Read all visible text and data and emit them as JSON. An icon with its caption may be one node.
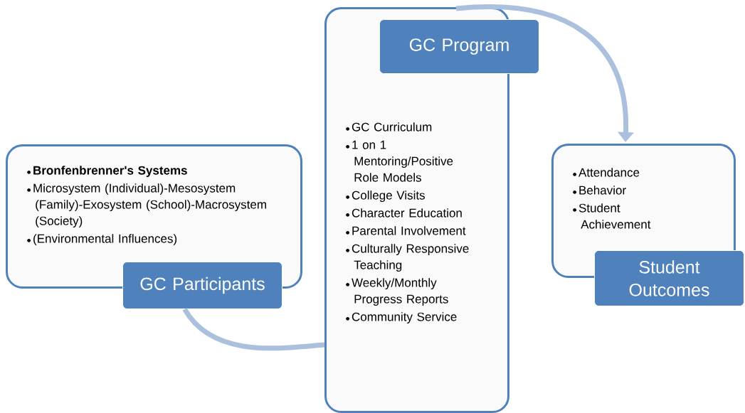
{
  "diagram": {
    "nodes": [
      {
        "text": [
          "Bronfenbrenner's Systems",
          "Microsystem (Individual)-Mesosystem (Family)-Exosystem (School)-Macrosystem (Society)",
          "(Environmental Influences)"
        ]
      },
      {
        "text": [
          "GC Participants"
        ]
      },
      {
        "text": [
          "GC Curriculum",
          "1 on 1 Mentoring/Positive Role Models",
          "College Visits",
          "Character Education",
          "Parental Involvement",
          "Culturally Responsive Teaching",
          "Weekly/Monthly Progress Reports",
          "Community Service"
        ]
      },
      {
        "text": [
          "GC Program"
        ]
      },
      {
        "text": [
          "Attendance",
          "Behavior",
          "Student Achievement"
        ]
      },
      {
        "text": [
          "Student Outcomes"
        ]
      }
    ],
    "edges": [
      {
        "from": 1,
        "to": 2,
        "arrow": "none"
      },
      {
        "from": 2,
        "to": 4,
        "arrow": "to"
      }
    ]
  }
}
